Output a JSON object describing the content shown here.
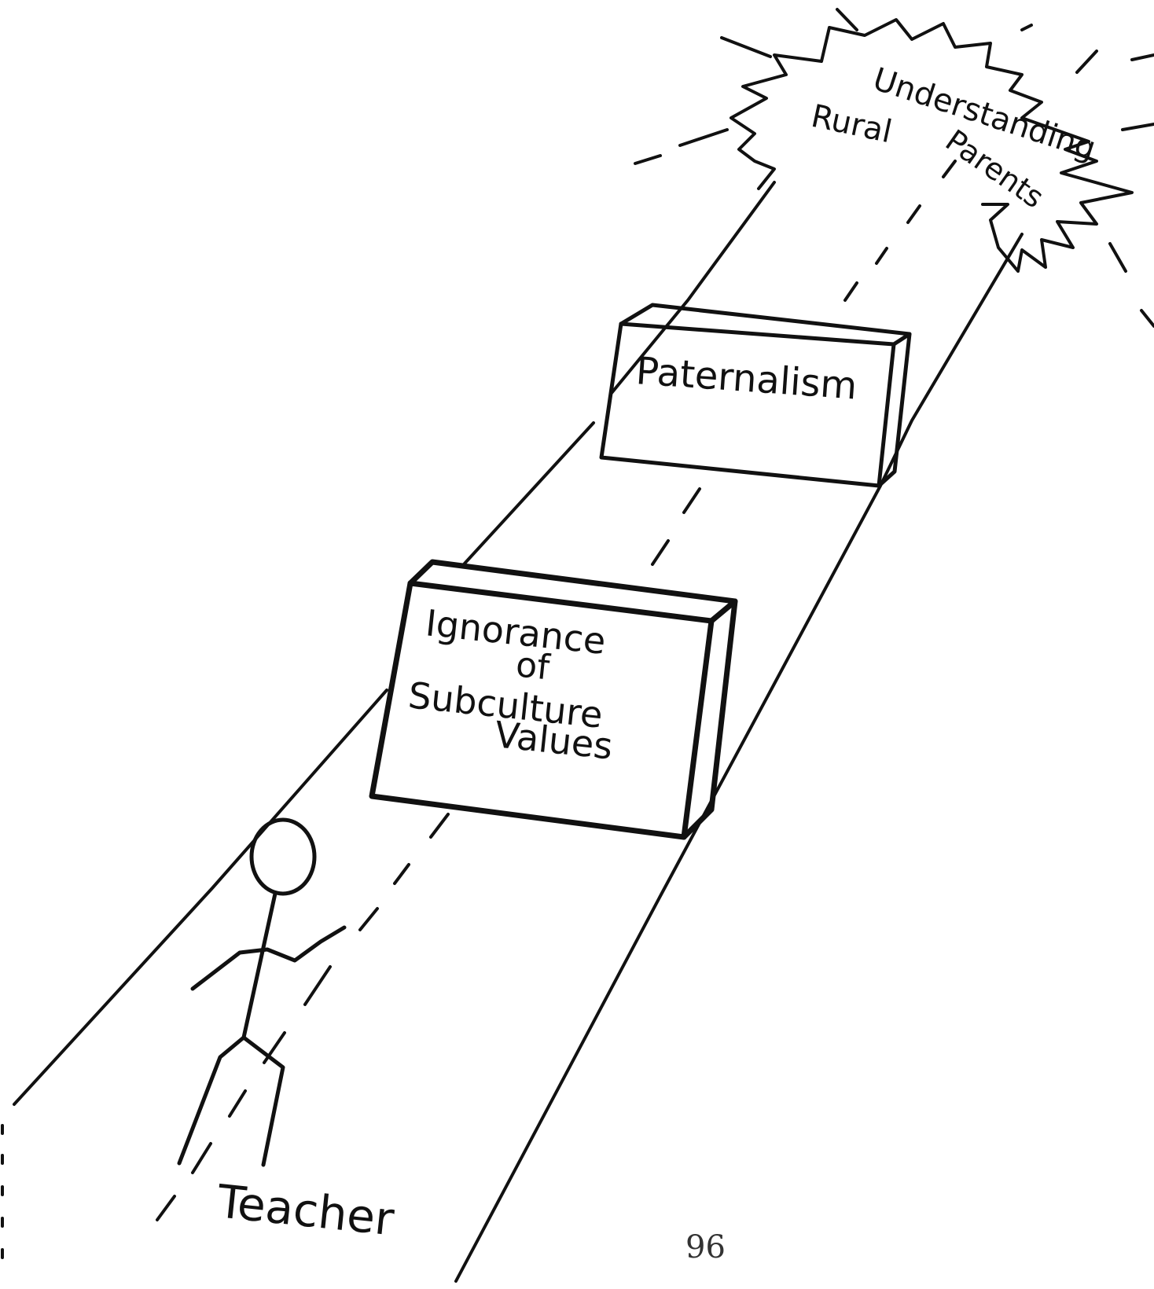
{
  "goal": {
    "line1": "Understanding",
    "line2": "Rural",
    "line3": "Parents"
  },
  "obstacles": {
    "far": "Paternalism",
    "near": {
      "line1": "Ignorance",
      "line2": "of",
      "line3": "Subculture",
      "line4": "Values"
    }
  },
  "figure": {
    "label": "Teacher"
  },
  "page": {
    "number": "96"
  },
  "colors": {
    "ink": "#111111",
    "paper": "#ffffff"
  }
}
